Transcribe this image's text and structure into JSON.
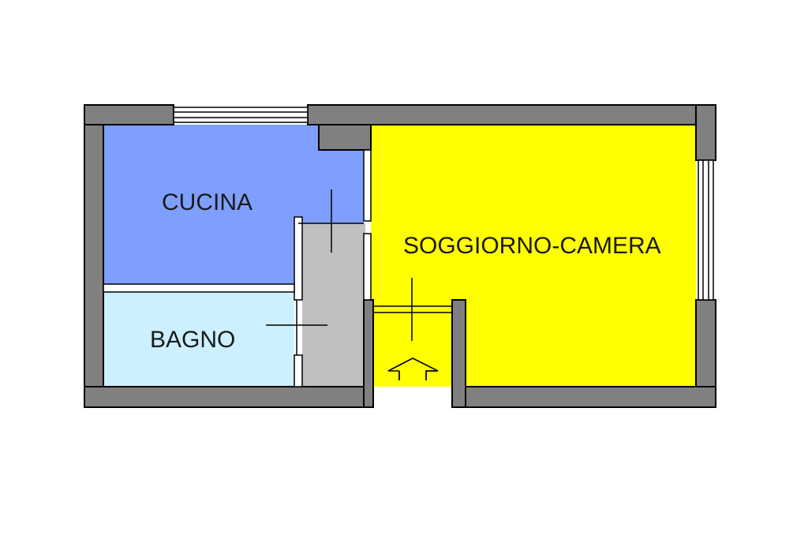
{
  "floorplan": {
    "rooms": [
      {
        "id": "cucina",
        "label": "CUCINA",
        "color": "#7f9fff"
      },
      {
        "id": "bagno",
        "label": "BAGNO",
        "color": "#ccf0ff"
      },
      {
        "id": "soggiorno",
        "label": "SOGGIORNO-CAMERA",
        "color": "#ffff00"
      },
      {
        "id": "corridor",
        "label": "",
        "color": "#bfbfbf"
      }
    ],
    "wall_color": "#808080",
    "wall_outline": "#000000",
    "entrance_icon": "entrance-arrow-icon"
  }
}
